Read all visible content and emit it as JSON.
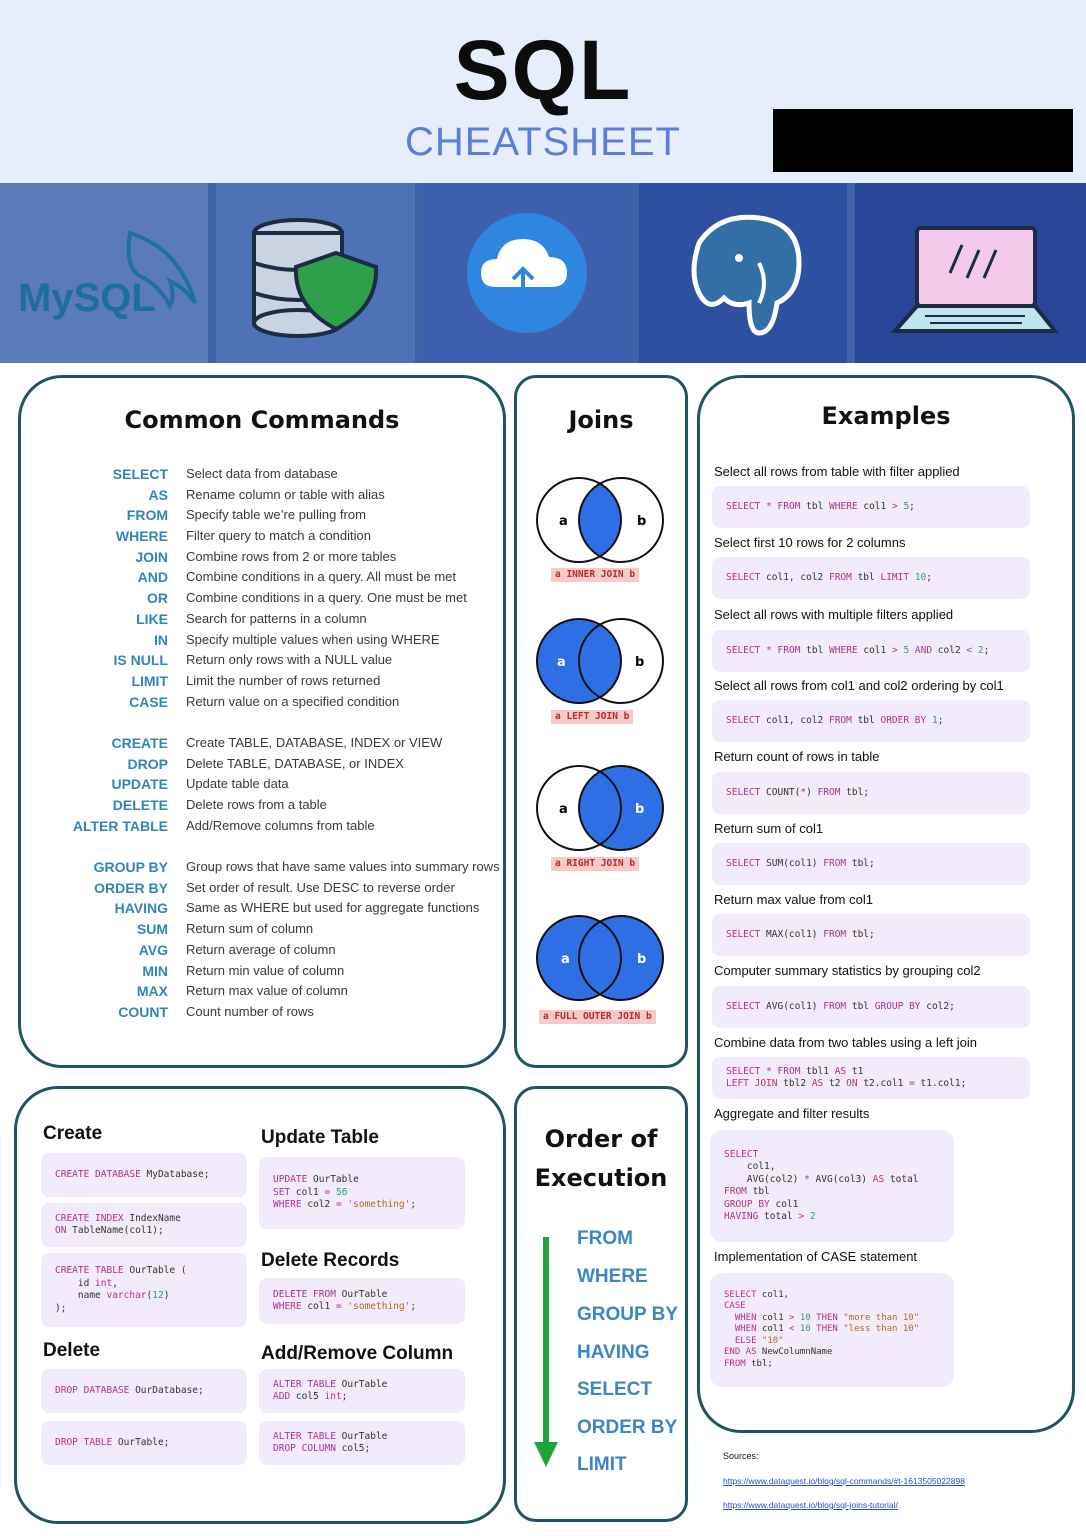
{
  "header": {
    "title": "SQL",
    "subtitle": "CHEATSHEET"
  },
  "banner": {
    "mysql_logo": "MySQL",
    "icons": [
      "mysql-logo",
      "database-shield-icon",
      "cloud-upload-icon",
      "postgresql-elephant-icon",
      "laptop-icon"
    ]
  },
  "common": {
    "title": "Common Commands",
    "groups": [
      [
        {
          "k": "SELECT",
          "d": "Select data from database"
        },
        {
          "k": "AS",
          "d": "Rename column or table with alias"
        },
        {
          "k": "FROM",
          "d": "Specify table we’re pulling from"
        },
        {
          "k": "WHERE",
          "d": "Filter query to match a condition"
        },
        {
          "k": "JOIN",
          "d": "Combine rows from 2 or more tables"
        },
        {
          "k": "AND",
          "d": "Combine conditions in a query. All must be met"
        },
        {
          "k": "OR",
          "d": "Combine conditions in a query. One must be met"
        },
        {
          "k": "LIKE",
          "d": "Search for patterns in a column"
        },
        {
          "k": "IN",
          "d": "Specify multiple values when using WHERE"
        },
        {
          "k": "IS NULL",
          "d": "Return only rows with a NULL value"
        },
        {
          "k": "LIMIT",
          "d": "Limit the number of rows returned"
        },
        {
          "k": "CASE",
          "d": "Return value on a specified condition"
        }
      ],
      [
        {
          "k": "CREATE",
          "d": "Create TABLE, DATABASE, INDEX or VIEW"
        },
        {
          "k": "DROP",
          "d": "Delete TABLE, DATABASE, or INDEX"
        },
        {
          "k": "UPDATE",
          "d": "Update table data"
        },
        {
          "k": "DELETE",
          "d": "Delete rows from a table"
        },
        {
          "k": "ALTER TABLE",
          "d": "Add/Remove columns from table"
        }
      ],
      [
        {
          "k": "GROUP BY",
          "d": "Group rows that have same values into summary rows"
        },
        {
          "k": "ORDER BY",
          "d": "Set order of result. Use DESC to reverse order"
        },
        {
          "k": "HAVING",
          "d": "Same as WHERE but used for aggregate functions"
        },
        {
          "k": "SUM",
          "d": "Return sum of column"
        },
        {
          "k": "AVG",
          "d": "Return average of column"
        },
        {
          "k": "MIN",
          "d": "Return min value of column"
        },
        {
          "k": "MAX",
          "d": "Return max value of column"
        },
        {
          "k": "COUNT",
          "d": "Count number of rows"
        }
      ]
    ]
  },
  "joins": {
    "title": "Joins",
    "a": "a",
    "b": "b",
    "items": [
      "a INNER JOIN b",
      "a LEFT JOIN b",
      "a RIGHT JOIN b",
      "a FULL OUTER JOIN b"
    ]
  },
  "examples": {
    "title": "Examples",
    "q": [
      "Select all rows from table with filter applied",
      "Select first 10 rows for 2 columns",
      "Select all rows with multiple filters applied",
      "Select all rows from col1 and col2 ordering by col1",
      "Return count of rows in table",
      "Return sum of col1",
      "Return max value from col1",
      "Computer summary statistics by grouping col2",
      "Combine data from two tables using a left join",
      "Aggregate and filter results",
      "Implementation of CASE statement"
    ]
  },
  "ddl": {
    "create": "Create",
    "update_table": "Update Table",
    "delete_records": "Delete Records",
    "delete": "Delete",
    "add_remove": "Add/Remove Column"
  },
  "order": {
    "title1": "Order of",
    "title2": "Execution",
    "steps": [
      "FROM",
      "WHERE",
      "GROUP BY",
      "HAVING",
      "SELECT",
      "ORDER BY",
      "LIMIT"
    ]
  },
  "sources": {
    "label": "Sources:",
    "links": [
      "https://www.dataquest.io/blog/sql-commands/#t-1613505022898",
      "https://www.dataquest.io/blog/sql-joins-tutorial/"
    ]
  },
  "colors": {
    "accent": "#2f86b9",
    "venn": "#2f6fe6",
    "border": "#1d5560",
    "code_bg": "#f1ebfb",
    "keyword": "#b52f8f"
  }
}
